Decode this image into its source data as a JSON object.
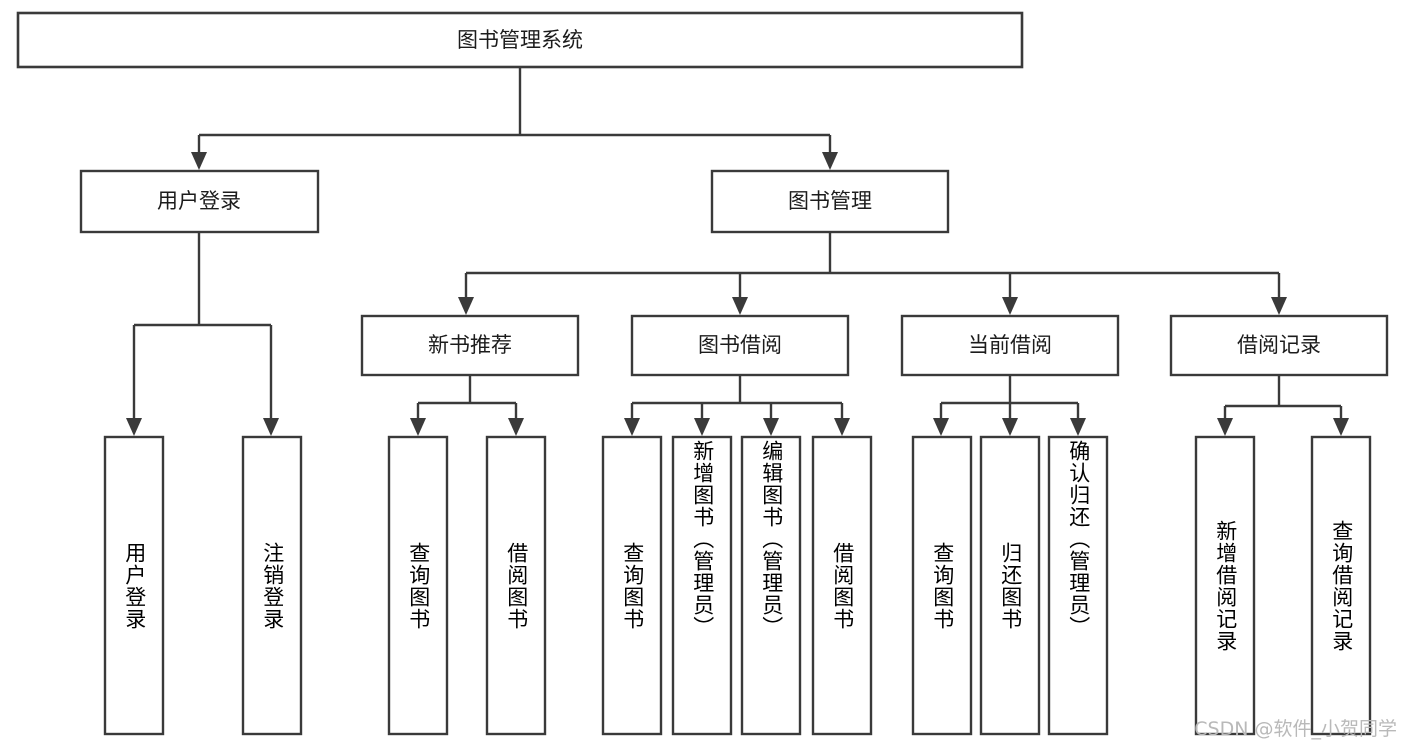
{
  "diagram": {
    "type": "tree-hierarchy-chart",
    "title_text": "图书管理系统",
    "watermark": "CSDN @软件_小贺同学",
    "colors": {
      "box_stroke": "#3a3a3a",
      "box_fill": "#ffffff",
      "text": "#1c1c1c",
      "connector": "#3a3a3a",
      "background": "#ffffff",
      "watermark": "#b9b9b9"
    },
    "root": {
      "id": "root",
      "label": "图书管理系统",
      "orientation": "horizontal"
    },
    "level2": [
      {
        "id": "user-login",
        "label": "用户登录",
        "orientation": "horizontal"
      },
      {
        "id": "book-management",
        "label": "图书管理",
        "orientation": "horizontal"
      }
    ],
    "level3": [
      {
        "id": "new-book-recommend",
        "label": "新书推荐",
        "orientation": "horizontal",
        "parent": "book-management"
      },
      {
        "id": "book-borrow",
        "label": "图书借阅",
        "orientation": "horizontal",
        "parent": "book-management"
      },
      {
        "id": "current-borrow",
        "label": "当前借阅",
        "orientation": "horizontal",
        "parent": "book-management"
      },
      {
        "id": "borrow-record",
        "label": "借阅记录",
        "orientation": "horizontal",
        "parent": "book-management"
      }
    ],
    "leaves": [
      {
        "id": "leaf-user-login",
        "label": "用户登录",
        "parent": "user-login",
        "orientation": "vertical"
      },
      {
        "id": "leaf-logout-login",
        "label": "注销登录",
        "parent": "user-login",
        "orientation": "vertical"
      },
      {
        "id": "leaf-query-books-1",
        "label": "查询图书",
        "parent": "new-book-recommend",
        "orientation": "vertical"
      },
      {
        "id": "leaf-borrow-books-1",
        "label": "借阅图书",
        "parent": "new-book-recommend",
        "orientation": "vertical"
      },
      {
        "id": "leaf-query-books-2",
        "label": "查询图书",
        "parent": "book-borrow",
        "orientation": "vertical"
      },
      {
        "id": "leaf-add-book",
        "label": "新增图书（管理员）",
        "parent": "book-borrow",
        "orientation": "vertical"
      },
      {
        "id": "leaf-edit-book",
        "label": "编辑图书（管理员）",
        "parent": "book-borrow",
        "orientation": "vertical"
      },
      {
        "id": "leaf-borrow-books-2",
        "label": "借阅图书",
        "parent": "book-borrow",
        "orientation": "vertical"
      },
      {
        "id": "leaf-query-books-3",
        "label": "查询图书",
        "parent": "current-borrow",
        "orientation": "vertical"
      },
      {
        "id": "leaf-return-books",
        "label": "归还图书",
        "parent": "current-borrow",
        "orientation": "vertical"
      },
      {
        "id": "leaf-confirm-return",
        "label": "确认归还（管理员）",
        "parent": "current-borrow",
        "orientation": "vertical"
      },
      {
        "id": "leaf-add-record",
        "label": "新增借阅记录",
        "parent": "borrow-record",
        "orientation": "vertical"
      },
      {
        "id": "leaf-query-record",
        "label": "查询借阅记录",
        "parent": "borrow-record",
        "orientation": "vertical"
      }
    ]
  }
}
